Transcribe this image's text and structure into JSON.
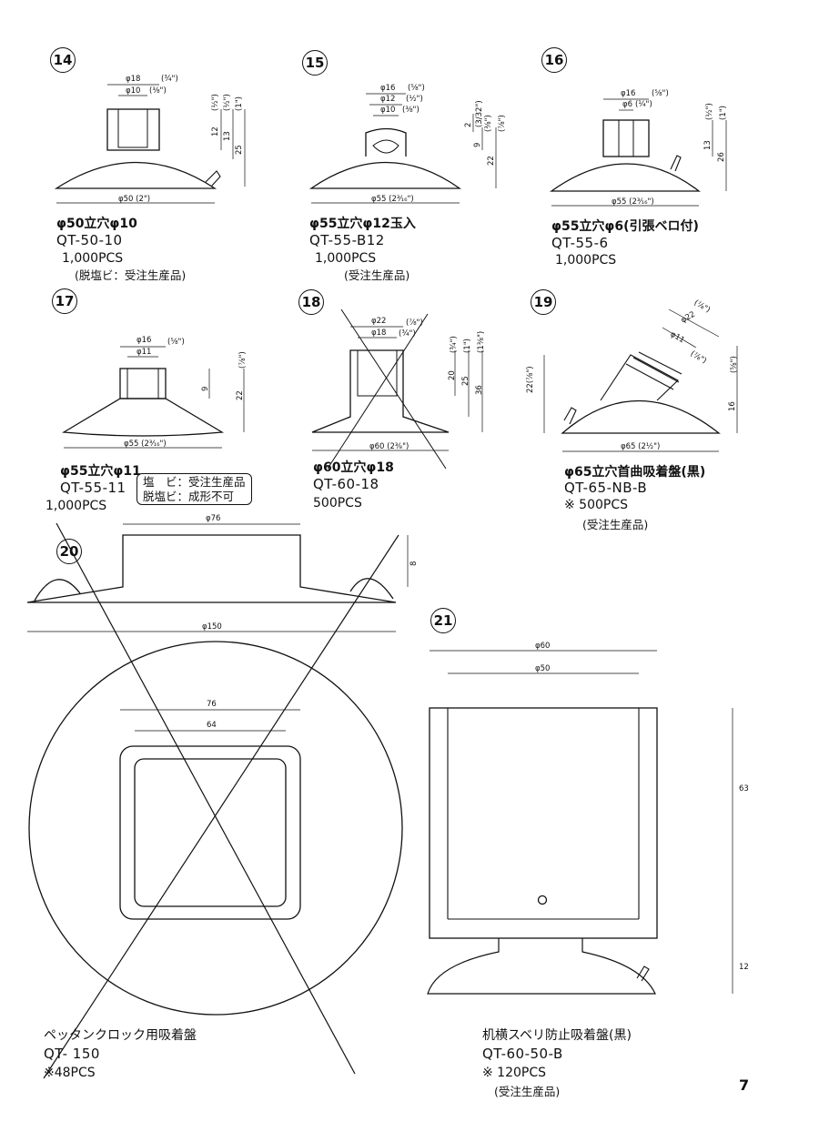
{
  "page_number": "7",
  "items": [
    {
      "num": "14",
      "name": "φ50立穴φ10",
      "code": "QT-50-10",
      "qty": "1,000PCS",
      "note": "(脱塩ビ：受注生産品)",
      "dims": [
        "φ18",
        "(¾\")",
        "φ10",
        "(⅜\")",
        "φ50 (2\")",
        "12",
        "(½\")",
        "13",
        "(½\")",
        "25",
        "(1\")"
      ]
    },
    {
      "num": "15",
      "name": "φ55立穴φ12玉入",
      "code": "QT-55-B12",
      "qty": "1,000PCS",
      "note": "(受注生産品)",
      "dims": [
        "φ16",
        "(⅝\")",
        "φ12",
        "(½\")",
        "φ10",
        "(⅜\")",
        "φ55 (2³⁄₁₆\")",
        "2",
        "(3/32\")",
        "9",
        "(⅜\")",
        "22",
        "(⅞\")"
      ]
    },
    {
      "num": "16",
      "name": "φ55立穴φ6(引張ベロ付)",
      "code": "QT-55-6",
      "qty": "1,000PCS",
      "dims": [
        "φ16",
        "(⅝\")",
        "φ6",
        "(¼\")",
        "φ55 (2³⁄₁₆\")",
        "13",
        "(½\")",
        "26",
        "(1\")"
      ]
    },
    {
      "num": "17",
      "name": "φ55立穴φ11",
      "code": "QT-55-11",
      "qty": "1,000PCS",
      "box_note": [
        "塩　ビ：受注生産品",
        "脱塩ビ：成形不可"
      ],
      "dims": [
        "φ16",
        "(⅝\")",
        "φ11",
        "φ55 (2³⁄₁₆\")",
        "9",
        "22",
        "(⅞\")"
      ]
    },
    {
      "num": "18",
      "name": "φ60立穴φ18",
      "code": "QT-60-18",
      "qty": "500PCS",
      "dims": [
        "φ22",
        "(⅞\")",
        "φ18",
        "(¾\")",
        "φ60 (2³⁄₈\")",
        "20",
        "(¾\")",
        "25",
        "(1\")",
        "36",
        "(1⅜\")"
      ]
    },
    {
      "num": "19",
      "name": "φ65立穴首曲吸着盤(黒)",
      "code": "QT-65-NB-B",
      "qty": "※ 500PCS",
      "note": "(受注生産品)",
      "dims": [
        "φ22",
        "(⅞\")",
        "φ11",
        "(⅞\")",
        "22(⅞\")",
        "16",
        "(⅝\")",
        "φ65 (2½\")"
      ]
    },
    {
      "num": "20",
      "name": "ペッタンクロック用吸着盤",
      "code": "QT- 150",
      "qty": "※48PCS",
      "dims": [
        "φ76",
        "φ150",
        "76",
        "64",
        "8"
      ]
    },
    {
      "num": "21",
      "name": "机横スベリ防止吸着盤(黒)",
      "code": "QT-60-50-B",
      "qty": "※ 120PCS",
      "note": "(受注生産品)",
      "dims": [
        "φ60",
        "φ50",
        "63",
        "12"
      ]
    }
  ]
}
